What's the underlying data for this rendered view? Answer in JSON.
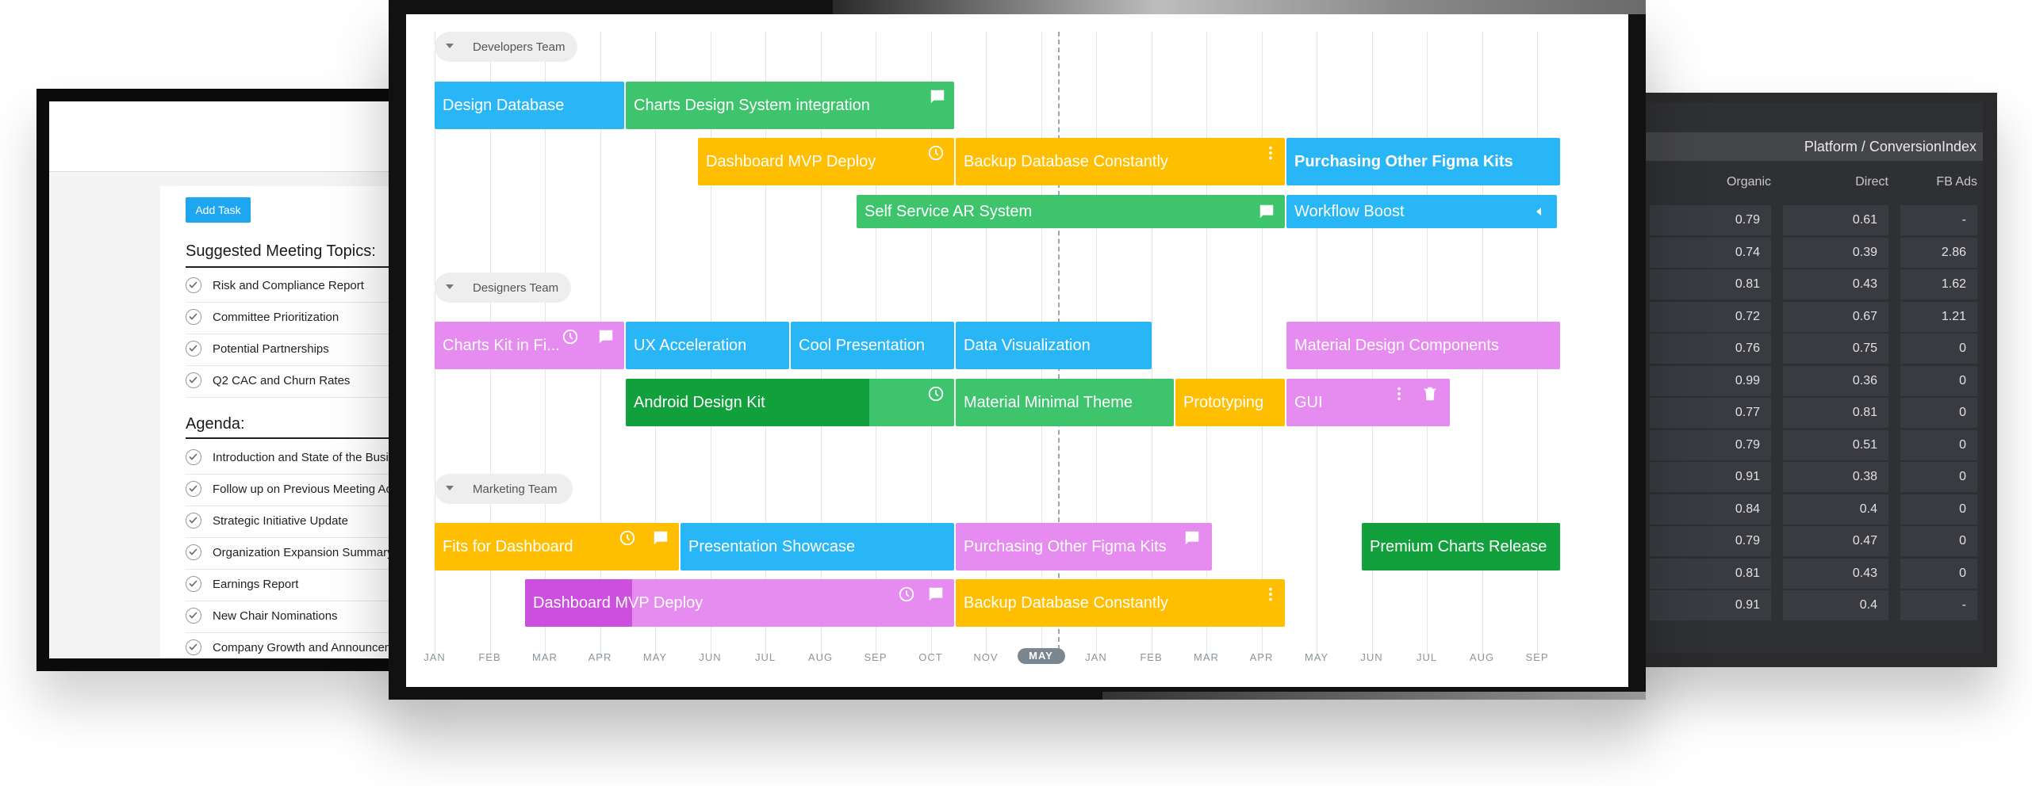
{
  "left_app": {
    "add_task_label": "Add Task",
    "suggested_title": "Suggested Meeting Topics:",
    "suggested_items": [
      "Risk and Compliance Report",
      "Committee Prioritization",
      "Potential Partnerships",
      "Q2 CAC and Churn Rates"
    ],
    "agenda_title": "Agenda:",
    "agenda_items": [
      "Introduction and State of the Business",
      "Follow up on Previous Meeting Actions",
      "Strategic Initiative Update",
      "Organization Expansion Summary",
      "Earnings Report",
      "New Chair Nominations",
      "Company Growth and Announcements"
    ]
  },
  "right_app": {
    "table_title": "Platform / ConversionIndex",
    "columns": [
      "Organic",
      "Direct",
      "FB Ads"
    ],
    "rows": [
      [
        "0.79",
        "0.61",
        "-"
      ],
      [
        "0.74",
        "0.39",
        "2.86"
      ],
      [
        "0.81",
        "0.43",
        "1.62"
      ],
      [
        "0.72",
        "0.67",
        "1.21"
      ],
      [
        "0.76",
        "0.75",
        "0"
      ],
      [
        "0.99",
        "0.36",
        "0"
      ],
      [
        "0.77",
        "0.81",
        "0"
      ],
      [
        "0.79",
        "0.51",
        "0"
      ],
      [
        "0.91",
        "0.38",
        "0"
      ],
      [
        "0.84",
        "0.4",
        "0"
      ],
      [
        "0.79",
        "0.47",
        "0"
      ],
      [
        "0.81",
        "0.43",
        "0"
      ],
      [
        "0.91",
        "0.4",
        "-"
      ]
    ]
  },
  "gantt": {
    "months": [
      "JAN",
      "FEB",
      "MAR",
      "APR",
      "MAY",
      "JUN",
      "JUL",
      "AUG",
      "SEP",
      "OCT",
      "NOV",
      "MAY",
      "JAN",
      "FEB",
      "MAR",
      "APR",
      "MAY",
      "JUN",
      "JUL",
      "AUG",
      "SEP"
    ],
    "current_month_index": 11,
    "colors": {
      "blue": "#29b6f6",
      "green": "#3ec46d",
      "dark_green": "#12a03c",
      "yellow": "#ffbf00",
      "pink": "#e68bf0",
      "dark_pink": "#cc4fe0"
    },
    "groups": [
      {
        "label": "Developers Team",
        "tasks": [
          {
            "label": "Design Database",
            "color": "blue"
          },
          {
            "label": "Charts Design System integration",
            "color": "green",
            "icons": [
              "comment-icon"
            ]
          },
          {
            "label": "Dashboard MVP Deploy",
            "color": "yellow",
            "icons": [
              "clock-icon"
            ]
          },
          {
            "label": "Backup Database Constantly",
            "color": "yellow",
            "icons": [
              "more-vert-icon"
            ]
          },
          {
            "label": "Purchasing Other Figma Kits",
            "color": "blue",
            "bold": true
          },
          {
            "label": "Self Service AR System",
            "color": "green",
            "icons": [
              "comment-icon"
            ]
          },
          {
            "label": "Workflow Boost",
            "color": "blue",
            "icons": [
              "collapse-left-icon"
            ]
          }
        ]
      },
      {
        "label": "Designers Team",
        "tasks": [
          {
            "label": "Charts Kit in Fi...",
            "color": "pink",
            "icons": [
              "clock-icon",
              "comment-icon"
            ]
          },
          {
            "label": "UX Acceleration",
            "color": "blue"
          },
          {
            "label": "Cool Presentation",
            "color": "blue"
          },
          {
            "label": "Data Visualization",
            "color": "blue"
          },
          {
            "label": "Material Design Components",
            "color": "pink"
          },
          {
            "label": "Android Design Kit",
            "color": "green",
            "progress_color": "dark_green",
            "icons": [
              "clock-icon"
            ]
          },
          {
            "label": "Material Minimal Theme",
            "color": "green"
          },
          {
            "label": "Prototyping",
            "color": "yellow"
          },
          {
            "label": "GUI",
            "color": "pink",
            "icons": [
              "more-vert-icon",
              "trash-icon"
            ]
          }
        ]
      },
      {
        "label": "Marketing Team",
        "tasks": [
          {
            "label": "Fits for Dashboard",
            "color": "yellow",
            "icons": [
              "clock-icon",
              "comment-icon"
            ]
          },
          {
            "label": "Presentation Showcase",
            "color": "blue"
          },
          {
            "label": "Purchasing Other Figma Kits",
            "color": "pink",
            "icons": [
              "comment-icon"
            ]
          },
          {
            "label": "Premium Charts Release",
            "color": "dark_green"
          },
          {
            "label": "Dashboard MVP Deploy",
            "color": "pink",
            "progress_color": "dark_pink",
            "icons": [
              "clock-icon",
              "comment-icon"
            ]
          },
          {
            "label": "Backup Database Constantly",
            "color": "yellow",
            "icons": [
              "more-vert-icon"
            ]
          }
        ]
      }
    ]
  }
}
